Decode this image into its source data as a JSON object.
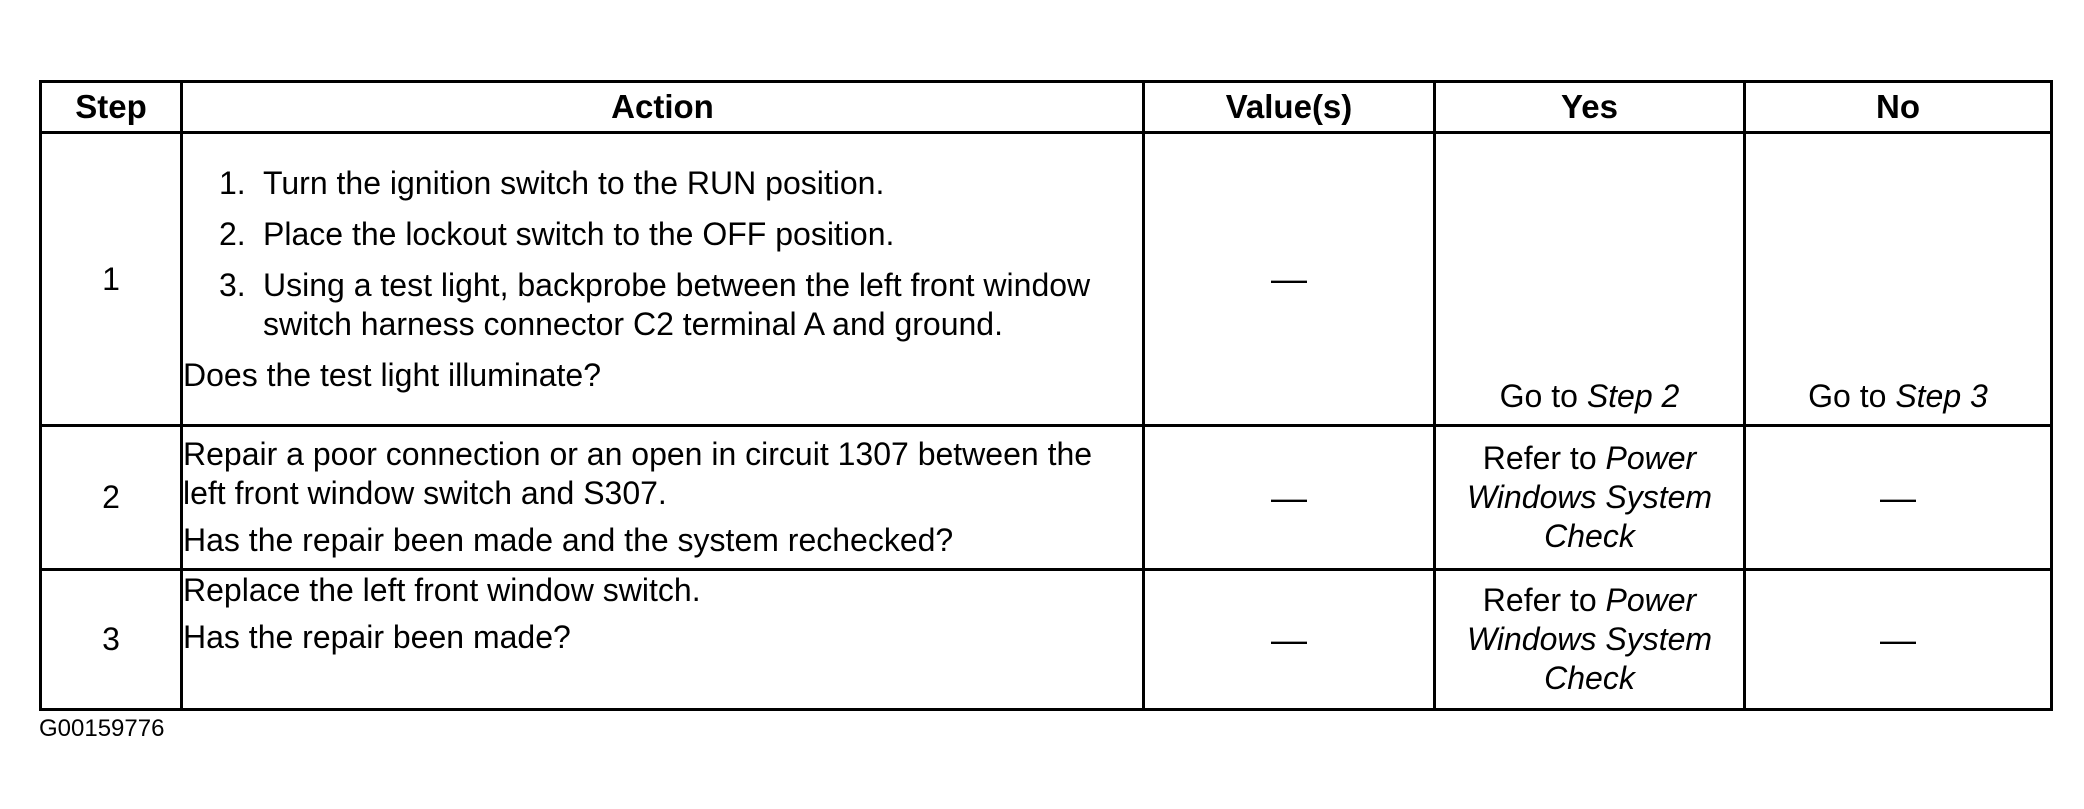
{
  "table": {
    "headers": {
      "step": "Step",
      "action": "Action",
      "values": "Value(s)",
      "yes": "Yes",
      "no": "No"
    },
    "rows": [
      {
        "step": "1",
        "action_items": [
          {
            "num": "1.",
            "text": "Turn the ignition switch to the RUN position."
          },
          {
            "num": "2.",
            "text": "Place the lockout switch to the OFF position."
          },
          {
            "num": "3.",
            "text": "Using a test light, backprobe between the left front window switch harness connector C2 terminal A and ground."
          }
        ],
        "question": "Does the test light illuminate?",
        "values": "—",
        "yes_prefix": "Go to ",
        "yes_ref": "Step 2",
        "no_prefix": "Go to ",
        "no_ref": "Step 3"
      },
      {
        "step": "2",
        "action_text": "Repair a poor connection or an open in circuit 1307 between the left front window switch and S307.",
        "question": "Has the repair been made and the system rechecked?",
        "values": "—",
        "yes_prefix": "Refer to ",
        "yes_ref": "Power Windows System Check",
        "no": "—"
      },
      {
        "step": "3",
        "action_text": "Replace the left front window switch.",
        "question": "Has the repair been made?",
        "values": "—",
        "yes_prefix": "Refer to ",
        "yes_ref": "Power Windows System Check",
        "no": "—"
      }
    ]
  },
  "figure_id": "G00159776"
}
